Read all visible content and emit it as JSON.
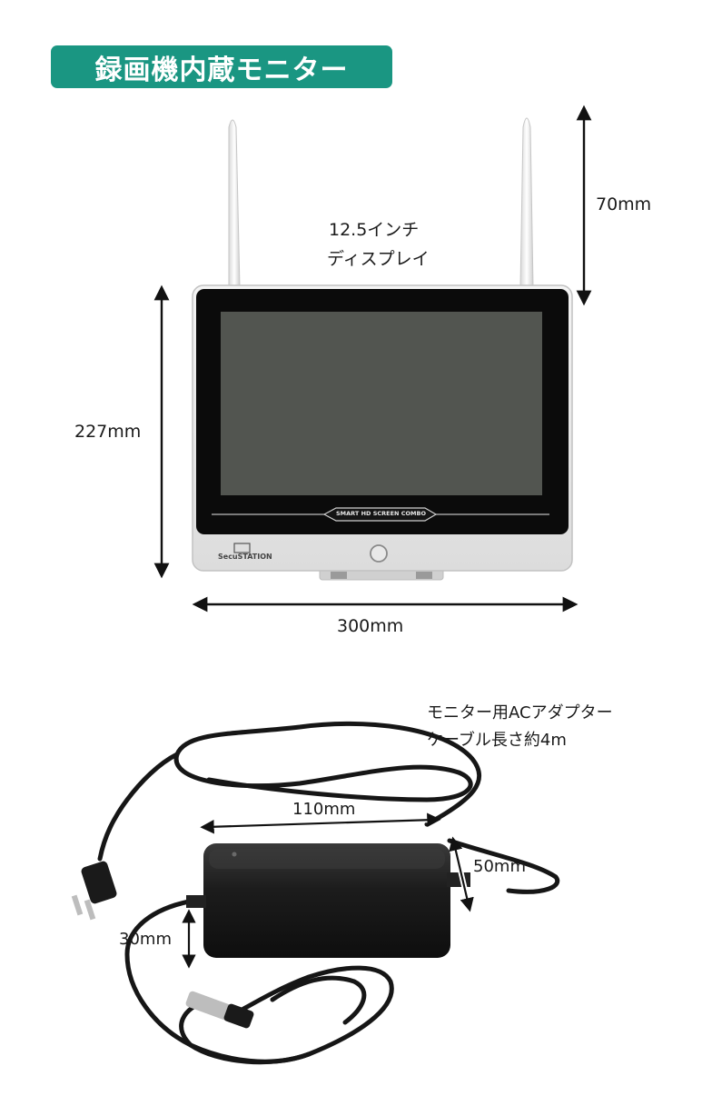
{
  "title": "録画機内蔵モニター",
  "monitor": {
    "display_label_line1": "12.5インチ",
    "display_label_line2": "ディスプレイ",
    "antenna_height": "70mm",
    "height": "227mm",
    "width": "300mm",
    "bezel_text": "SMART HD SCREEN COMBO",
    "brand": "SecuSTATION"
  },
  "adapter": {
    "caption_line1": "モニター用ACアダプター",
    "caption_line2": "ケーブル長さ約4m",
    "length": "110mm",
    "depth": "50mm",
    "thickness": "30mm"
  },
  "colors": {
    "badge": "#1a9682"
  }
}
